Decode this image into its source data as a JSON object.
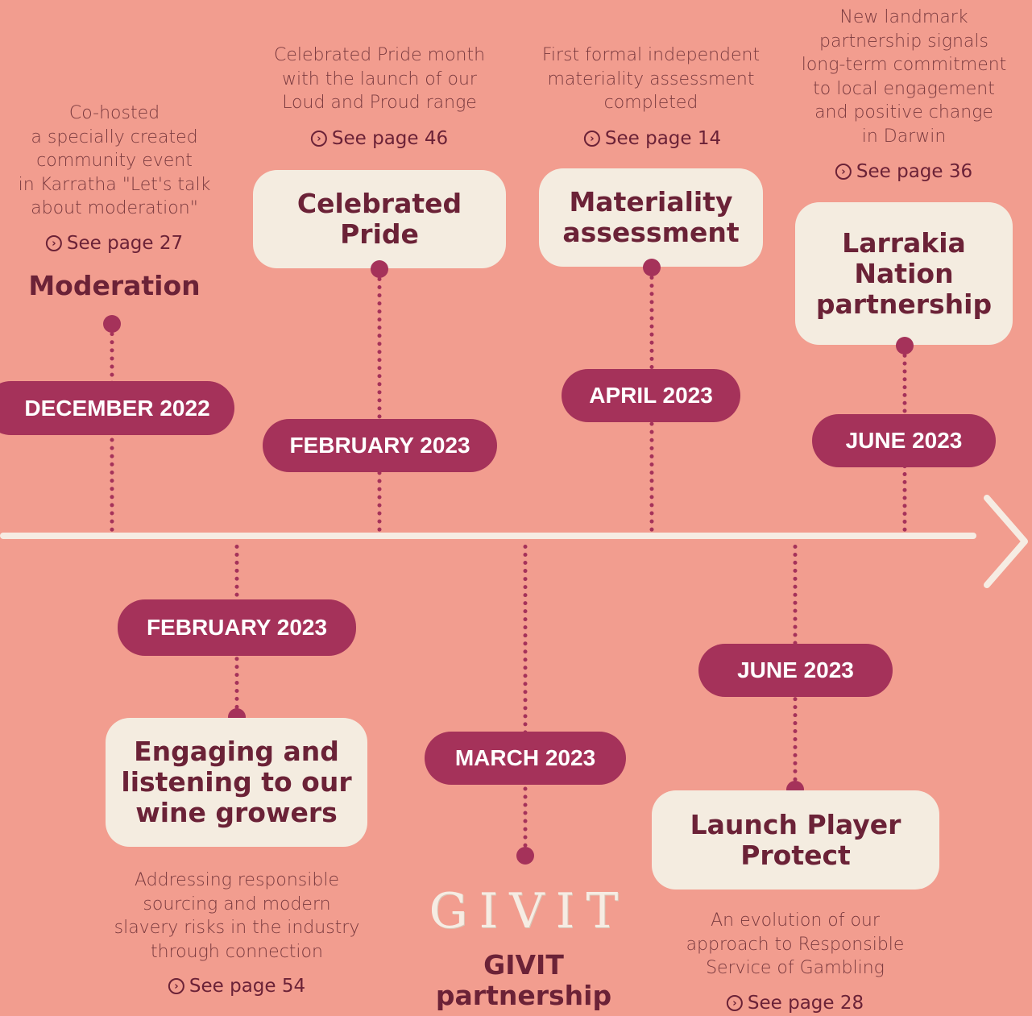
{
  "events_top": [
    {
      "date": "DECEMBER 2022",
      "title": "Moderation",
      "description": [
        "Co-hosted",
        "a specially created",
        "community event",
        "in Karratha \"Let's talk",
        "about moderation\""
      ],
      "page_ref": "See page 27"
    },
    {
      "date": "FEBRUARY 2023",
      "title": [
        "Celebrated",
        "Pride"
      ],
      "description": [
        "Celebrated Pride month",
        "with the launch of our",
        "Loud and Proud range"
      ],
      "page_ref": "See page 46"
    },
    {
      "date": "APRIL 2023",
      "title": [
        "Materiality",
        "assessment"
      ],
      "description": [
        "First formal independent",
        "materiality assessment",
        "completed"
      ],
      "page_ref": "See page 14"
    },
    {
      "date": "JUNE 2023",
      "title": [
        "Larrakia",
        "Nation",
        "partnership"
      ],
      "description": [
        "New landmark",
        "partnership signals",
        "long-term commitment",
        "to local engagement",
        "and positive change",
        "in Darwin"
      ],
      "page_ref": "See page 36"
    }
  ],
  "events_bottom": [
    {
      "date": "FEBRUARY 2023",
      "title": [
        "Engaging and",
        "listening to our",
        "wine growers"
      ],
      "description": [
        "Addressing responsible",
        "sourcing and modern",
        "slavery risks in the industry",
        "through connection"
      ],
      "page_ref": "See page 54"
    },
    {
      "date": "MARCH 2023",
      "logo": "GIVIT",
      "title": [
        "GIVIT",
        "partnership"
      ]
    },
    {
      "date": "JUNE 2023",
      "title": [
        "Launch Player",
        "Protect"
      ],
      "description": [
        "An evolution of our",
        "approach to Responsible",
        "Service of Gambling"
      ],
      "page_ref": "See page 28"
    }
  ],
  "icons": {
    "page_ref": "chevron-circle-right-icon",
    "timeline_end": "chevron-right-icon"
  },
  "colors": {
    "background": "#f29d8f",
    "accent": "#a5325a",
    "card": "#f4ece0",
    "text": "#6b2237"
  }
}
